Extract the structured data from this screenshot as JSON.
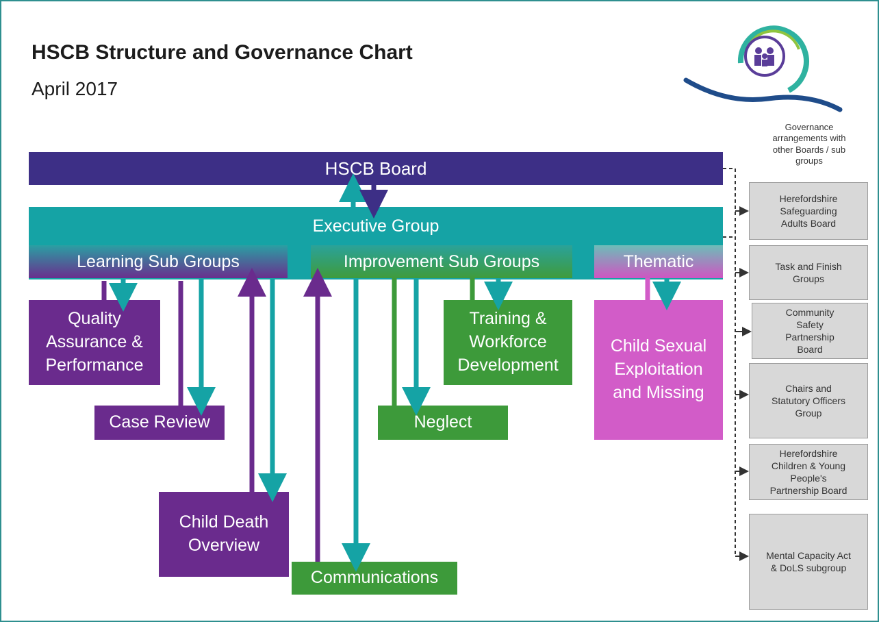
{
  "header": {
    "title": "HSCB Structure and Governance Chart",
    "subtitle": "April 2017"
  },
  "main": {
    "board": "HSCB Board",
    "executive": "Executive Group",
    "subgroups": {
      "learning": "Learning Sub Groups",
      "improvement": "Improvement Sub Groups",
      "thematic": "Thematic"
    },
    "groups": {
      "quality": "Quality\nAssurance &\nPerformance",
      "case_review": "Case Review",
      "child_death": "Child Death\nOverview",
      "communications": "Communications",
      "neglect": "Neglect",
      "training": "Training &\nWorkforce\nDevelopment",
      "cse": "Child Sexual\nExploitation\nand Missing"
    }
  },
  "governance": {
    "heading": "Governance\narrangements with\nother Boards / sub\ngroups",
    "items": [
      "Herefordshire\nSafeguarding\nAdults Board",
      "Task and Finish\nGroups",
      "Community\nSafety\nPartnership\nBoard",
      "Chairs and\nStatutory Officers\nGroup",
      "Herefordshire\nChildren & Young\nPeople's\nPartnership Board",
      "Mental Capacity Act\n& DoLS subgroup"
    ]
  },
  "colors": {
    "board": "#3d2f86",
    "executive": "#15a3a5",
    "purple": "#6a2b8d",
    "green": "#3d9a3a",
    "pink": "#d25cc8",
    "teal_arrow": "#15a3a5",
    "governance_box": "#d8d8d8"
  },
  "icons": {
    "logo": "hscb-logo-family-icon"
  }
}
